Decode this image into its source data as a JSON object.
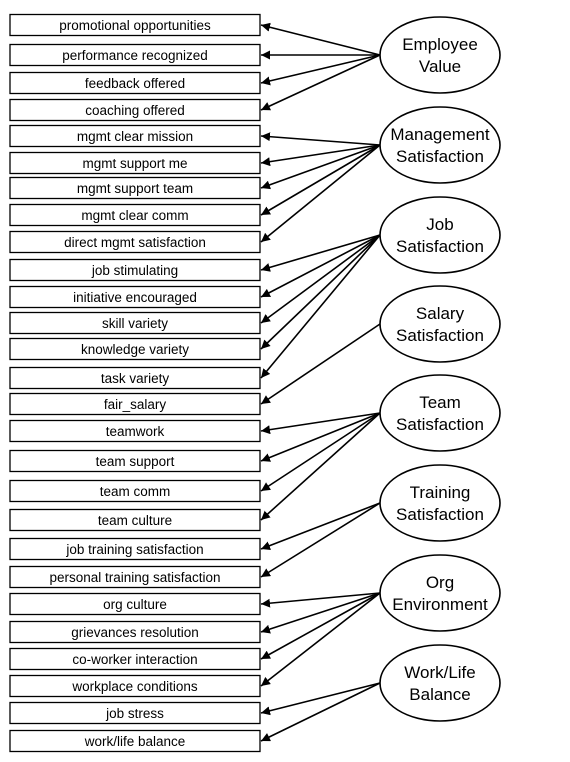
{
  "indicators": [
    "promotional opportunities",
    "performance recognized",
    "feedback offered",
    "coaching offered",
    "mgmt clear mission",
    "mgmt support me",
    "mgmt support team",
    "mgmt clear comm",
    "direct mgmt satisfaction",
    "job stimulating",
    "initiative encouraged",
    "skill variety",
    "knowledge variety",
    "task variety",
    "fair_salary",
    "teamwork",
    "team support",
    "team comm",
    "team culture",
    "job training satisfaction",
    "personal training satisfaction",
    "org culture",
    "grievances resolution",
    "co-worker interaction",
    "workplace conditions",
    "job stress",
    "work/life balance"
  ],
  "factors": [
    {
      "lines": [
        "Employee",
        "Value"
      ],
      "indicators": [
        0,
        1,
        2,
        3
      ]
    },
    {
      "lines": [
        "Management",
        "Satisfaction"
      ],
      "indicators": [
        4,
        5,
        6,
        7,
        8
      ]
    },
    {
      "lines": [
        "Job",
        "Satisfaction"
      ],
      "indicators": [
        9,
        10,
        11,
        12,
        13
      ]
    },
    {
      "lines": [
        "Salary",
        "Satisfaction"
      ],
      "indicators": [
        14
      ]
    },
    {
      "lines": [
        "Team",
        "Satisfaction"
      ],
      "indicators": [
        15,
        16,
        17,
        18
      ]
    },
    {
      "lines": [
        "Training",
        "Satisfaction"
      ],
      "indicators": [
        19,
        20
      ]
    },
    {
      "lines": [
        "Org",
        "Environment"
      ],
      "indicators": [
        21,
        22,
        23,
        24
      ]
    },
    {
      "lines": [
        "Work/Life",
        "Balance"
      ],
      "indicators": [
        25,
        26
      ]
    }
  ]
}
